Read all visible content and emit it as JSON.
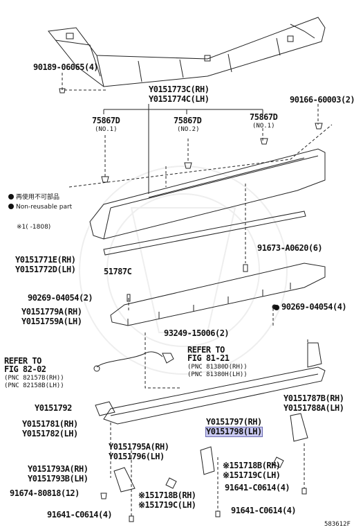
{
  "labels": {
    "p90189": "90189-06065(4)",
    "p90166": "90166-60003(2)",
    "p51773c": "Y0151773C(RH)",
    "p51774c": "Y0151774C(LH)",
    "p75867_a": "75867D",
    "p75867_a_sub": "(NO.1)",
    "p75867_b": "75867D",
    "p75867_b_sub": "(NO.2)",
    "p75867_c": "75867D",
    "p75867_c_sub": "(NO.1)",
    "note_jp": "再使用不可部品",
    "note_en": "Non-reusable part",
    "note_star": "※1(    -1808)",
    "p51771e": "Y0151771E(RH)",
    "p51772d": "Y0151772D(LH)",
    "p51787c": "51787C",
    "p91673": "91673-A0620(6)",
    "p90269_a": "90269-04054(2)",
    "p51779a": "Y0151779A(RH)",
    "p51759a": "Y0151759A(LH)",
    "p90269_b": "90269-04054(4)",
    "p93249": "93249-15006(2)",
    "refer_l_1": "REFER TO",
    "refer_l_2": "FIG 82-02",
    "refer_l_3": "(PNC 82157B(RH))",
    "refer_l_4": "(PNC 82158B(LH))",
    "refer_r_1": "REFER TO",
    "refer_r_2": "FIG 81-21",
    "refer_r_3": "(PNC 81380D(RH))",
    "refer_r_4": "(PNC 81380H(LH))",
    "p51787b": "Y0151787B(RH)",
    "p51788a": "Y0151788A(LH)",
    "p51792": "Y0151792",
    "p51781": "Y0151781(RH)",
    "p51782": "Y0151782(LH)",
    "p51797": "Y0151797(RH)",
    "p51798": "Y0151798(LH)",
    "p51795a": "Y0151795A(RH)",
    "p51796": "Y0151796(LH)",
    "p51718b_r": "※151718B(RH)",
    "p51719c_r": "※151719C(LH)",
    "p51793a": "Y0151793A(RH)",
    "p51793b": "Y0151793B(LH)",
    "p91641_r": "91641-C0614(4)",
    "p91674": "91674-80818(12)",
    "p51718b_l": "※151718B(RH)",
    "p51719c_l": "※151719C(LH)",
    "p91641_l": "91641-C0614(4)",
    "p91641_c": "91641-C0614(4)",
    "fig_id": "583612F"
  }
}
